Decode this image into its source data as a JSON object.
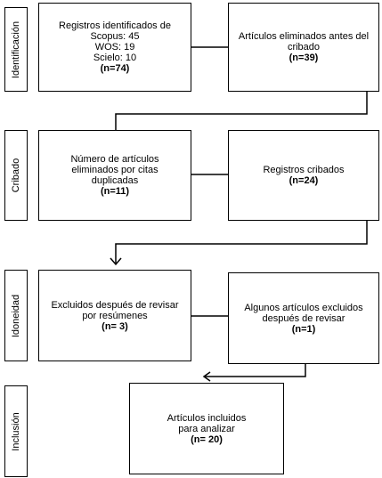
{
  "stages": {
    "identificacion": "Identificación",
    "cribado": "Cribado",
    "idoneidad": "Idoneidad",
    "inclusion": "Inclusión"
  },
  "boxes": {
    "registros_identificados": {
      "lines": [
        "Registros identificados de",
        "Scopus: 45",
        "WOS: 19",
        "Scielo: 10"
      ],
      "count": "(n=74)"
    },
    "eliminados_antes_cribado": {
      "lines": [
        "Artículos eliminados antes del",
        "cribado"
      ],
      "count": "(n=39)"
    },
    "eliminados_duplicados": {
      "lines": [
        "Número de artículos",
        "eliminados por citas",
        "duplicadas"
      ],
      "count": "(n=11)"
    },
    "registros_cribados": {
      "lines": [
        "Registros cribados"
      ],
      "count": "(n=24)"
    },
    "excluidos_resumenes": {
      "lines": [
        "Excluidos después de revisar",
        "por resúmenes"
      ],
      "count": "(n= 3)"
    },
    "excluidos_revisar": {
      "lines": [
        "Algunos artículos excluidos",
        "después de revisar"
      ],
      "count": "(n=1)"
    },
    "incluidos": {
      "lines": [
        "Artículos incluidos",
        "para analizar"
      ],
      "count": "(n= 20)"
    }
  }
}
